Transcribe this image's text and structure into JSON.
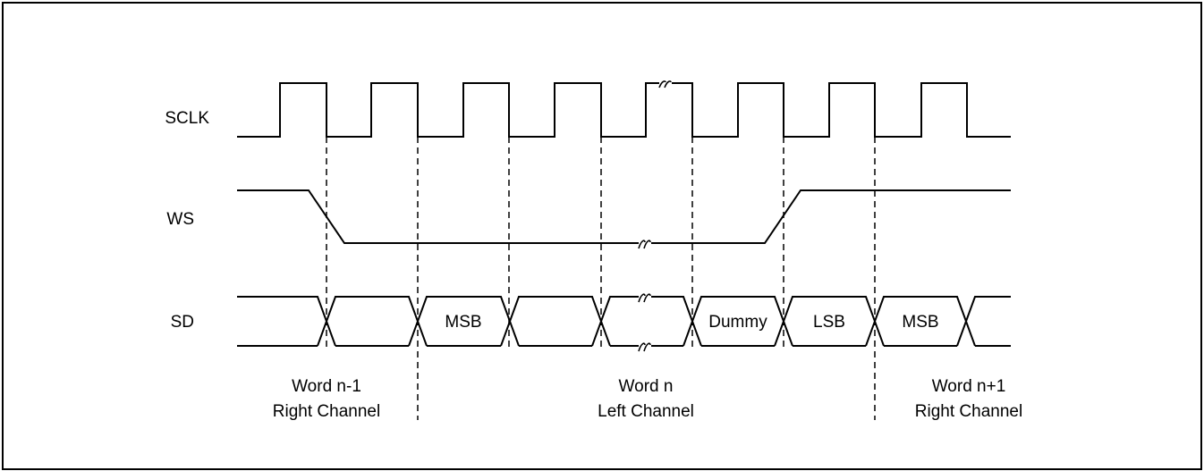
{
  "signals": {
    "sclk": "SCLK",
    "ws": "WS",
    "sd": "SD"
  },
  "sd_cells": {
    "msb_first": "MSB",
    "dummy": "Dummy",
    "lsb": "LSB",
    "msb_next": "MSB"
  },
  "words": {
    "prev": {
      "line1": "Word n-1",
      "line2": "Right Channel"
    },
    "current": {
      "line1": "Word n",
      "line2": "Left Channel"
    },
    "next": {
      "line1": "Word n+1",
      "line2": "Right Channel"
    }
  }
}
